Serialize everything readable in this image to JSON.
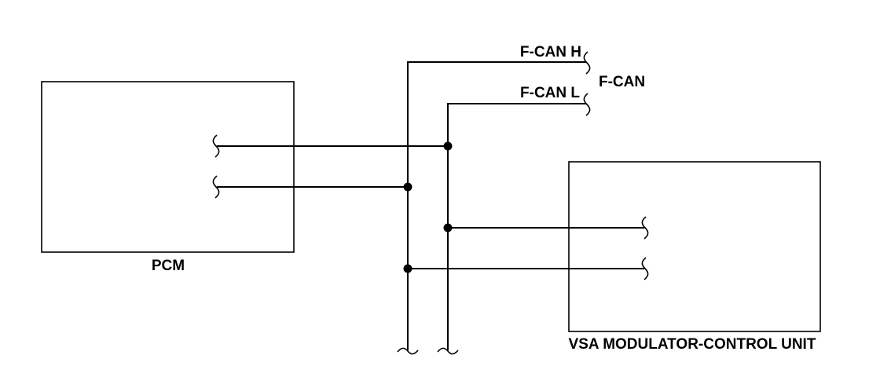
{
  "modules": {
    "pcm": {
      "label": "PCM"
    },
    "vsa": {
      "label": "VSA MODULATOR-CONTROL UNIT"
    }
  },
  "bus": {
    "name": "F-CAN",
    "high_label": "F-CAN H",
    "low_label": "F-CAN L"
  },
  "colors": {
    "line": "#000000",
    "background": "#ffffff"
  }
}
